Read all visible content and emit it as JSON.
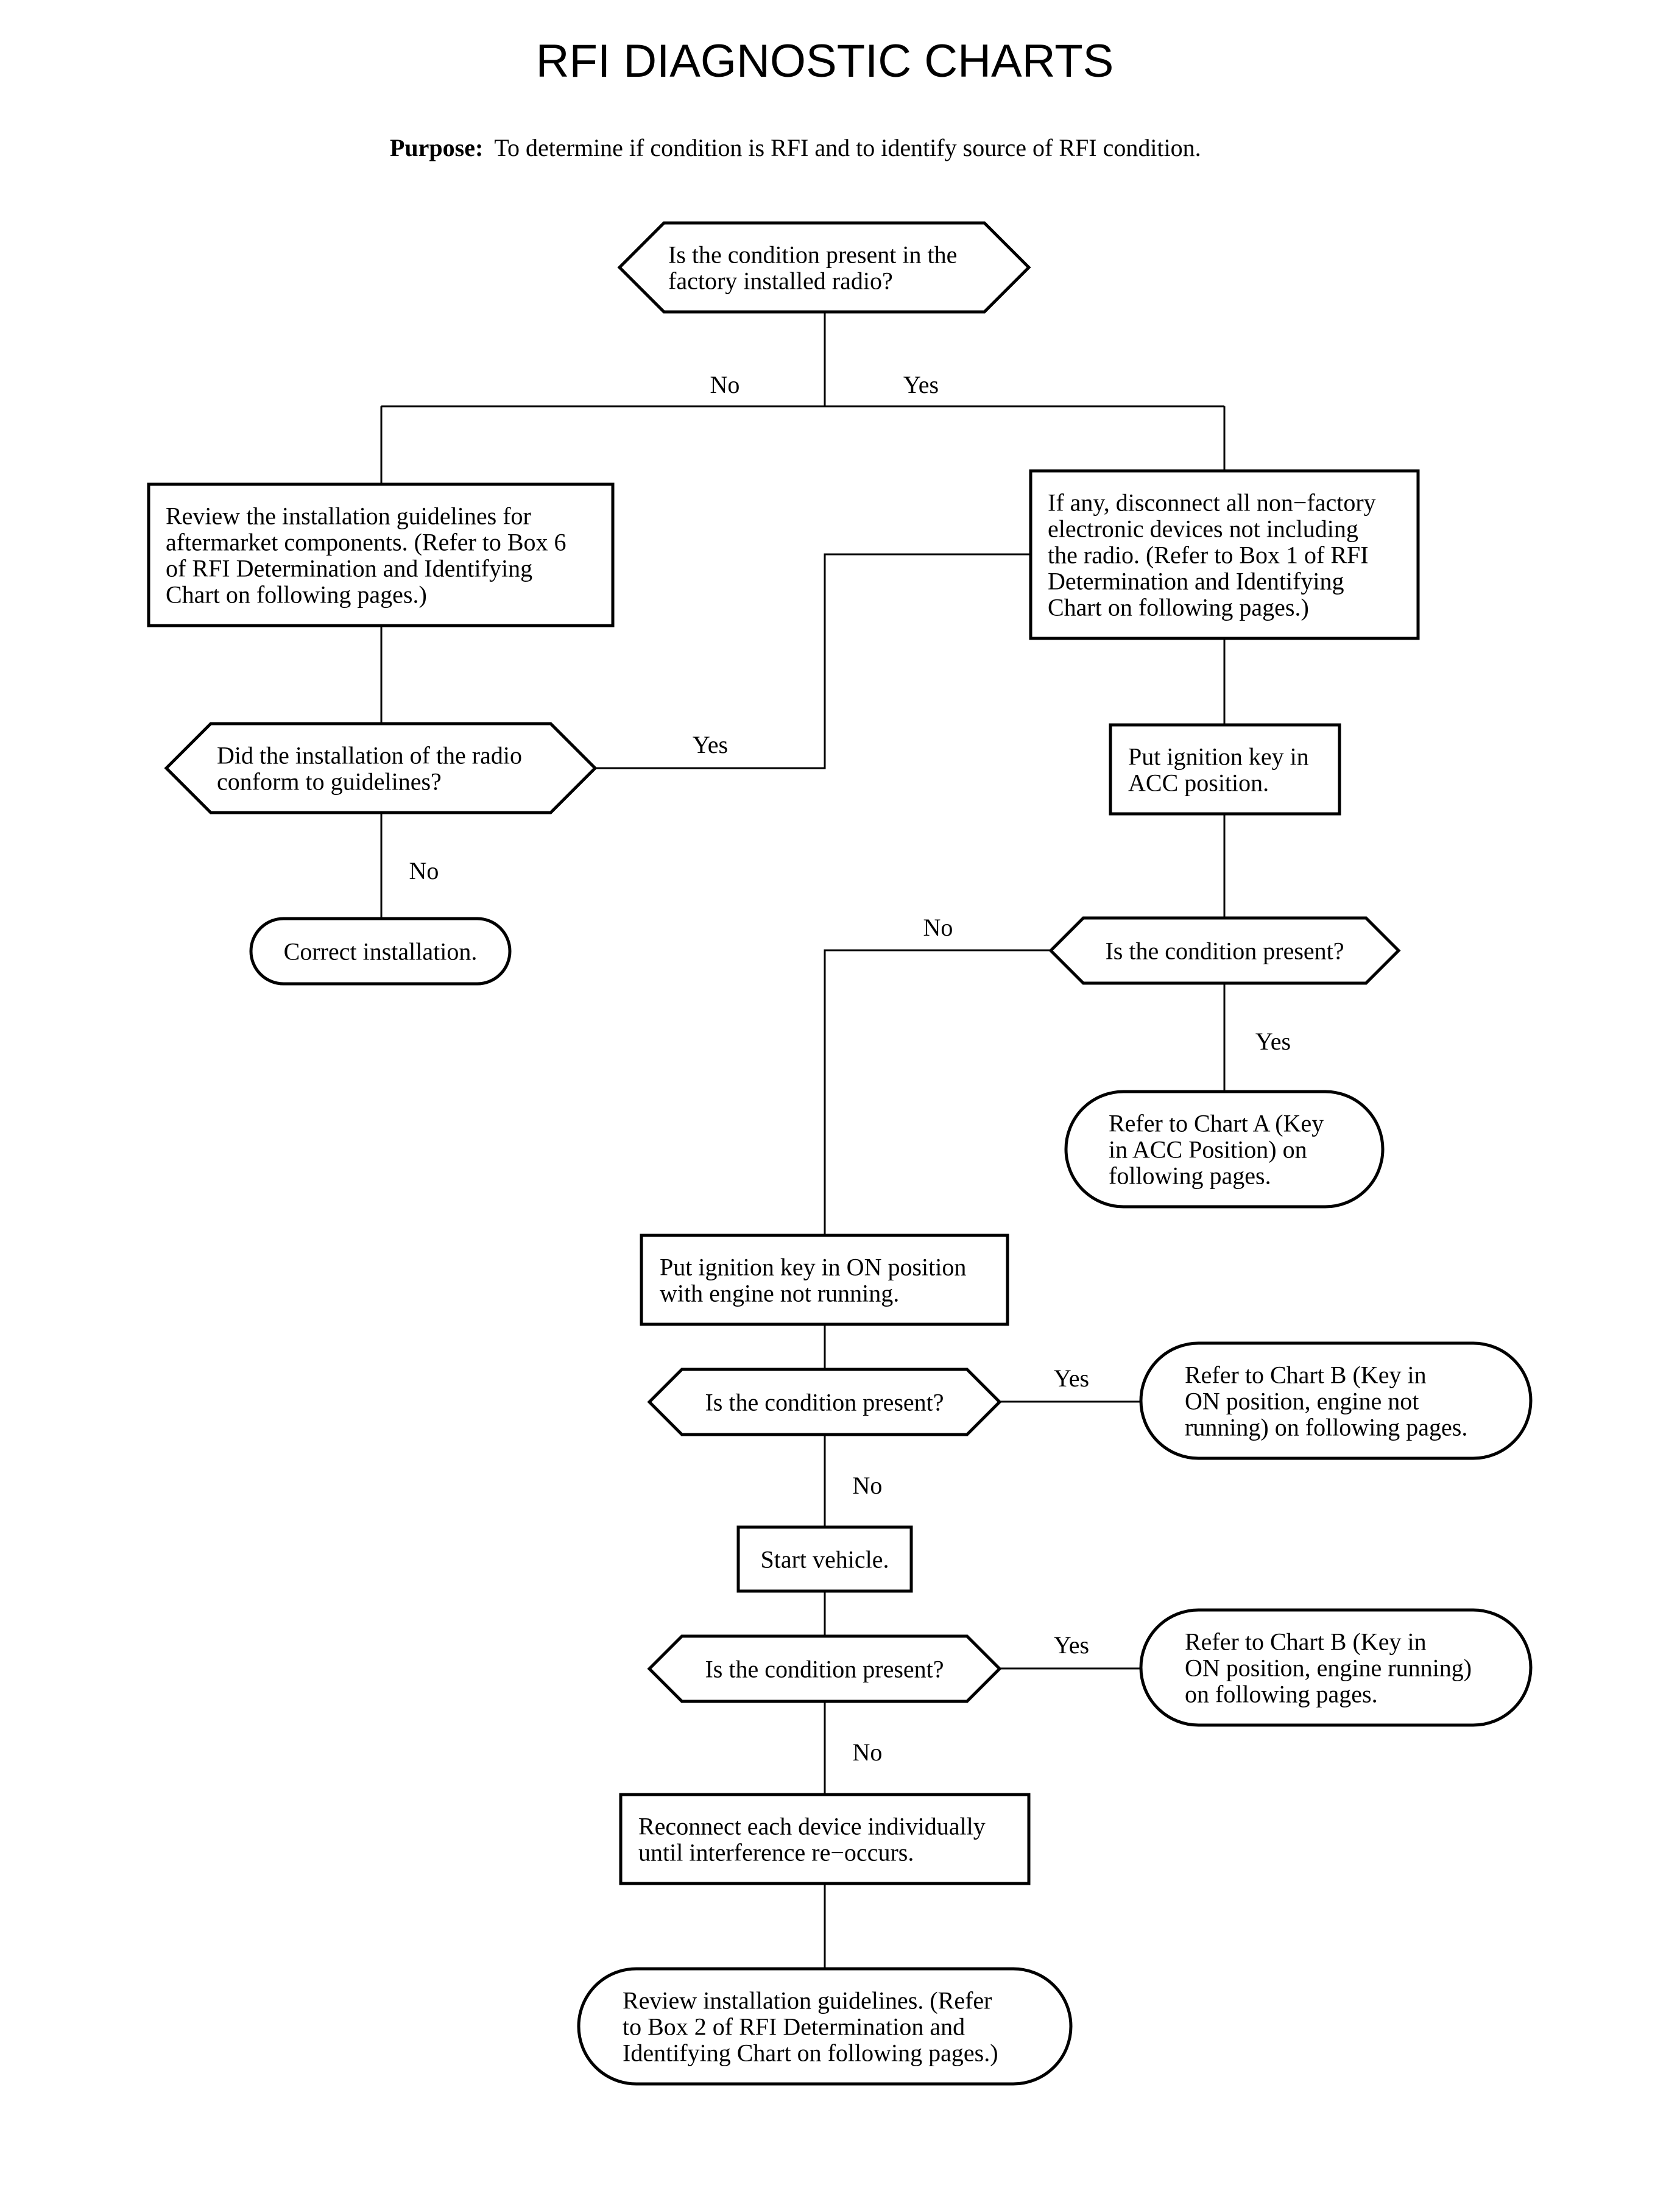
{
  "title": "RFI DIAGNOSTIC CHARTS",
  "purpose": {
    "label": "Purpose:",
    "text": "To determine if condition is RFI and to identify source of RFI condition."
  },
  "nodes": {
    "q_factory": {
      "shape": "decision",
      "lines": [
        "Is the condition present in the",
        "factory installed radio?"
      ]
    },
    "review_aftermarket": {
      "shape": "process",
      "lines": [
        "Review the installation guidelines for",
        "aftermarket components. (Refer to Box 6",
        "of RFI Determination and Identifying",
        "Chart on following pages.)"
      ]
    },
    "disconnect": {
      "shape": "process",
      "lines": [
        "If any, disconnect all non−factory",
        "electronic devices not including",
        "the radio. (Refer to Box 1 of RFI",
        "Determination and Identifying",
        "Chart on following pages.)"
      ]
    },
    "q_conform": {
      "shape": "decision",
      "lines": [
        "Did the installation of the radio",
        "conform to guidelines?"
      ]
    },
    "key_acc": {
      "shape": "process",
      "lines": [
        "Put ignition key in",
        "ACC position."
      ]
    },
    "correct_install": {
      "shape": "terminal",
      "lines": [
        "Correct installation."
      ]
    },
    "q_present_acc": {
      "shape": "decision",
      "lines": [
        "Is the condition present?"
      ]
    },
    "chart_a": {
      "shape": "terminal",
      "lines": [
        "Refer to Chart A (Key",
        "in ACC Position) on",
        "following pages."
      ]
    },
    "key_on": {
      "shape": "process",
      "lines": [
        "Put ignition key in ON position",
        "with engine not running."
      ]
    },
    "q_present_on": {
      "shape": "decision",
      "lines": [
        "Is the condition present?"
      ]
    },
    "chart_b_off": {
      "shape": "terminal",
      "lines": [
        "Refer to Chart B (Key in",
        "ON position, engine not",
        "running) on following pages."
      ]
    },
    "start_vehicle": {
      "shape": "process",
      "lines": [
        "Start vehicle."
      ]
    },
    "q_present_run": {
      "shape": "decision",
      "lines": [
        "Is the condition present?"
      ]
    },
    "chart_b_run": {
      "shape": "terminal",
      "lines": [
        "Refer to Chart B (Key in",
        "ON position, engine running)",
        "on following pages."
      ]
    },
    "reconnect": {
      "shape": "process",
      "lines": [
        "Reconnect each device individually",
        "until interference re−occurs."
      ]
    },
    "review_final": {
      "shape": "terminal",
      "lines": [
        "Review installation guidelines. (Refer",
        "to Box 2 of RFI Determination and",
        "Identifying Chart on following pages.)"
      ]
    }
  },
  "edge_labels": {
    "factory_no": "No",
    "factory_yes": "Yes",
    "conform_yes": "Yes",
    "conform_no": "No",
    "acc_no": "No",
    "acc_yes": "Yes",
    "on_yes": "Yes",
    "on_no": "No",
    "run_yes": "Yes",
    "run_no": "No"
  }
}
